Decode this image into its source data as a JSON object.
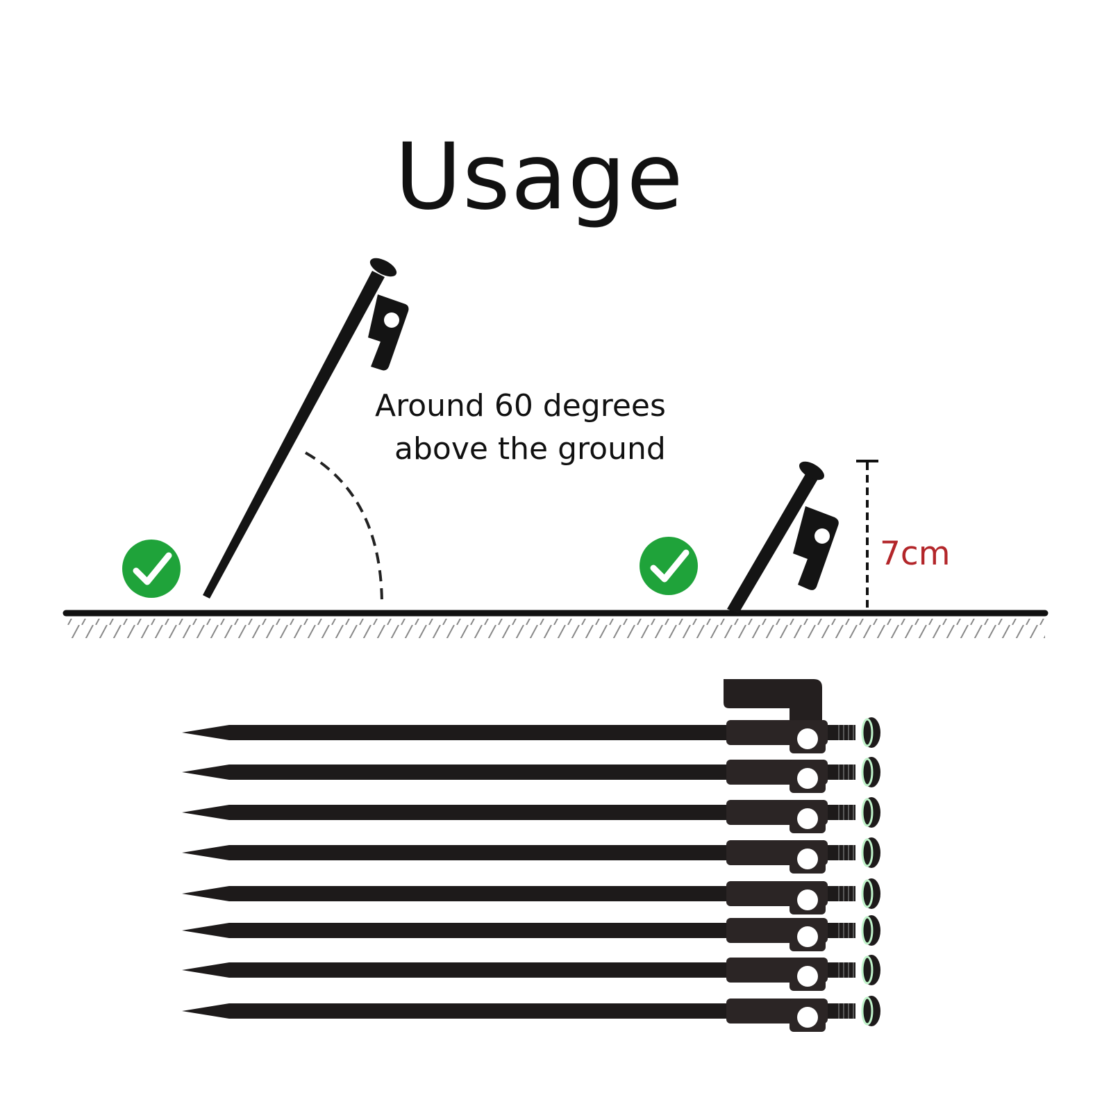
{
  "title": "Usage",
  "angle_note": {
    "line1": "Around 60 degrees",
    "line2": "above the ground"
  },
  "depth_note": "7cm",
  "colors": {
    "check_green": "#1fa33a",
    "stake_black": "#141414",
    "depth_red": "#b3262a",
    "glow_ring": "#bff2c9"
  },
  "icons": [
    "check-icon",
    "check-icon"
  ],
  "stake_bundle_count": 8
}
